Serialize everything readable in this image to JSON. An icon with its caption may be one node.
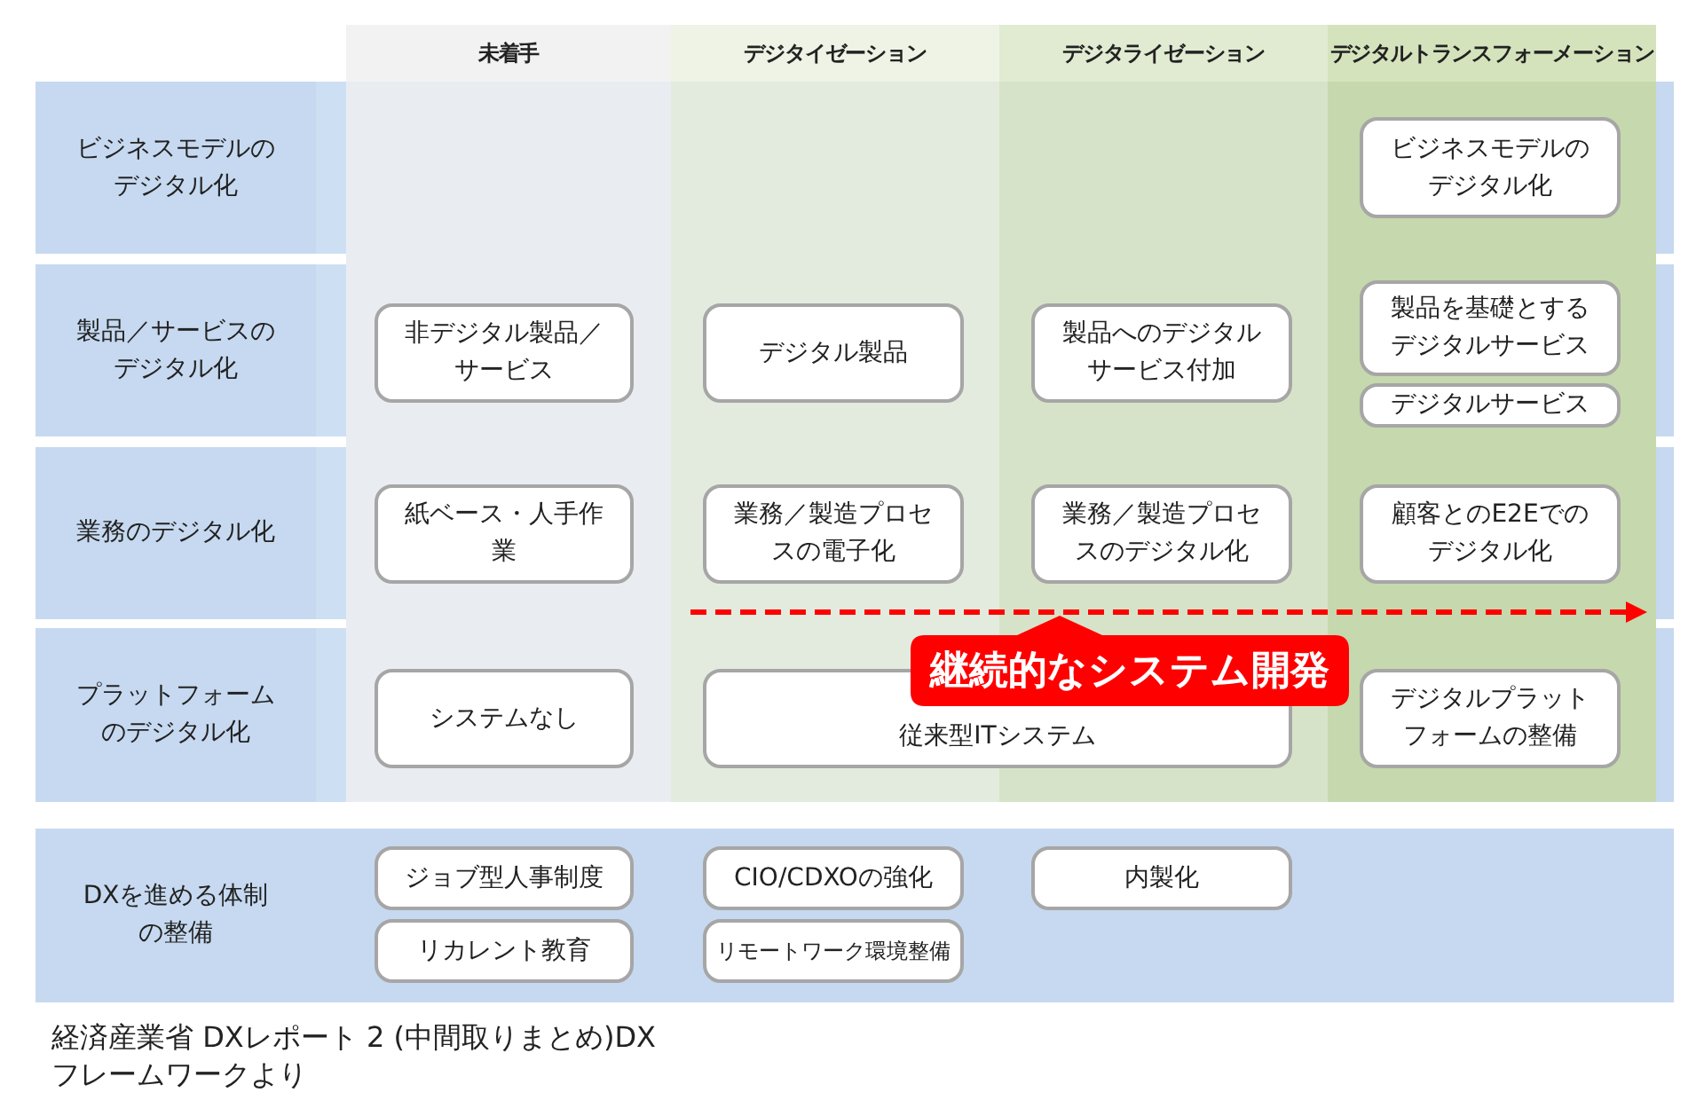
{
  "diagram": {
    "caption": "経済産業省 DXレポート 2 (中間取りまとめ)DXフレームワークより",
    "nodes": [
      {
        "text": [
          "未着手"
        ]
      },
      {
        "text": [
          "デジタイゼーション"
        ]
      },
      {
        "text": [
          "デジタライゼーション"
        ]
      },
      {
        "text": [
          "デジタルトランスフォーメーション"
        ]
      },
      {
        "text": [
          "ビジネスモデルのデジタル化"
        ]
      },
      {
        "text": [
          "ビジネスモデルのデジタル化"
        ],
        "in": 3
      },
      {
        "text": [
          "製品／サービスのデジタル化"
        ]
      },
      {
        "text": [
          "非デジタル製品／サービス"
        ],
        "in": 0
      },
      {
        "text": [
          "デジタル製品"
        ],
        "in": 1
      },
      {
        "text": [
          "製品へのデジタルサービス付加"
        ],
        "in": 2
      },
      {
        "text": [
          "製品を基礎とするデジタルサービス"
        ],
        "in": 3
      },
      {
        "text": [
          "デジタルサービス"
        ],
        "in": 3
      },
      {
        "text": [
          "業務のデジタル化"
        ]
      },
      {
        "text": [
          "紙ベース・人手作業"
        ],
        "in": 0
      },
      {
        "text": [
          "業務／製造プロセスの電子化"
        ],
        "in": 1
      },
      {
        "text": [
          "業務／製造プロセスのデジタル化"
        ],
        "in": 2
      },
      {
        "text": [
          "顧客とのE2Eでのデジタル化"
        ],
        "in": 3
      },
      {
        "text": [
          "継続的なシステム開発"
        ]
      },
      {
        "text": [
          "プラットフォームのデジタル化"
        ]
      },
      {
        "text": [
          "システムなし"
        ],
        "in": 0
      },
      {
        "text": [
          "従来型ITシステム"
        ]
      },
      {
        "text": [
          "デジタルプラットフォームの整備"
        ],
        "in": 3
      },
      {
        "text": [
          "DXを進める体制の整備"
        ]
      },
      {
        "text": [
          "ジョブ型人事制度"
        ],
        "in": 22
      },
      {
        "text": [
          "リカレント教育"
        ],
        "in": 22
      },
      {
        "text": [
          "CIO/CDXOの強化"
        ],
        "in": 22
      },
      {
        "text": [
          "リモートワーク環境整備"
        ],
        "in": 22
      },
      {
        "text": [
          "内製化"
        ],
        "in": 22
      }
    ]
  }
}
